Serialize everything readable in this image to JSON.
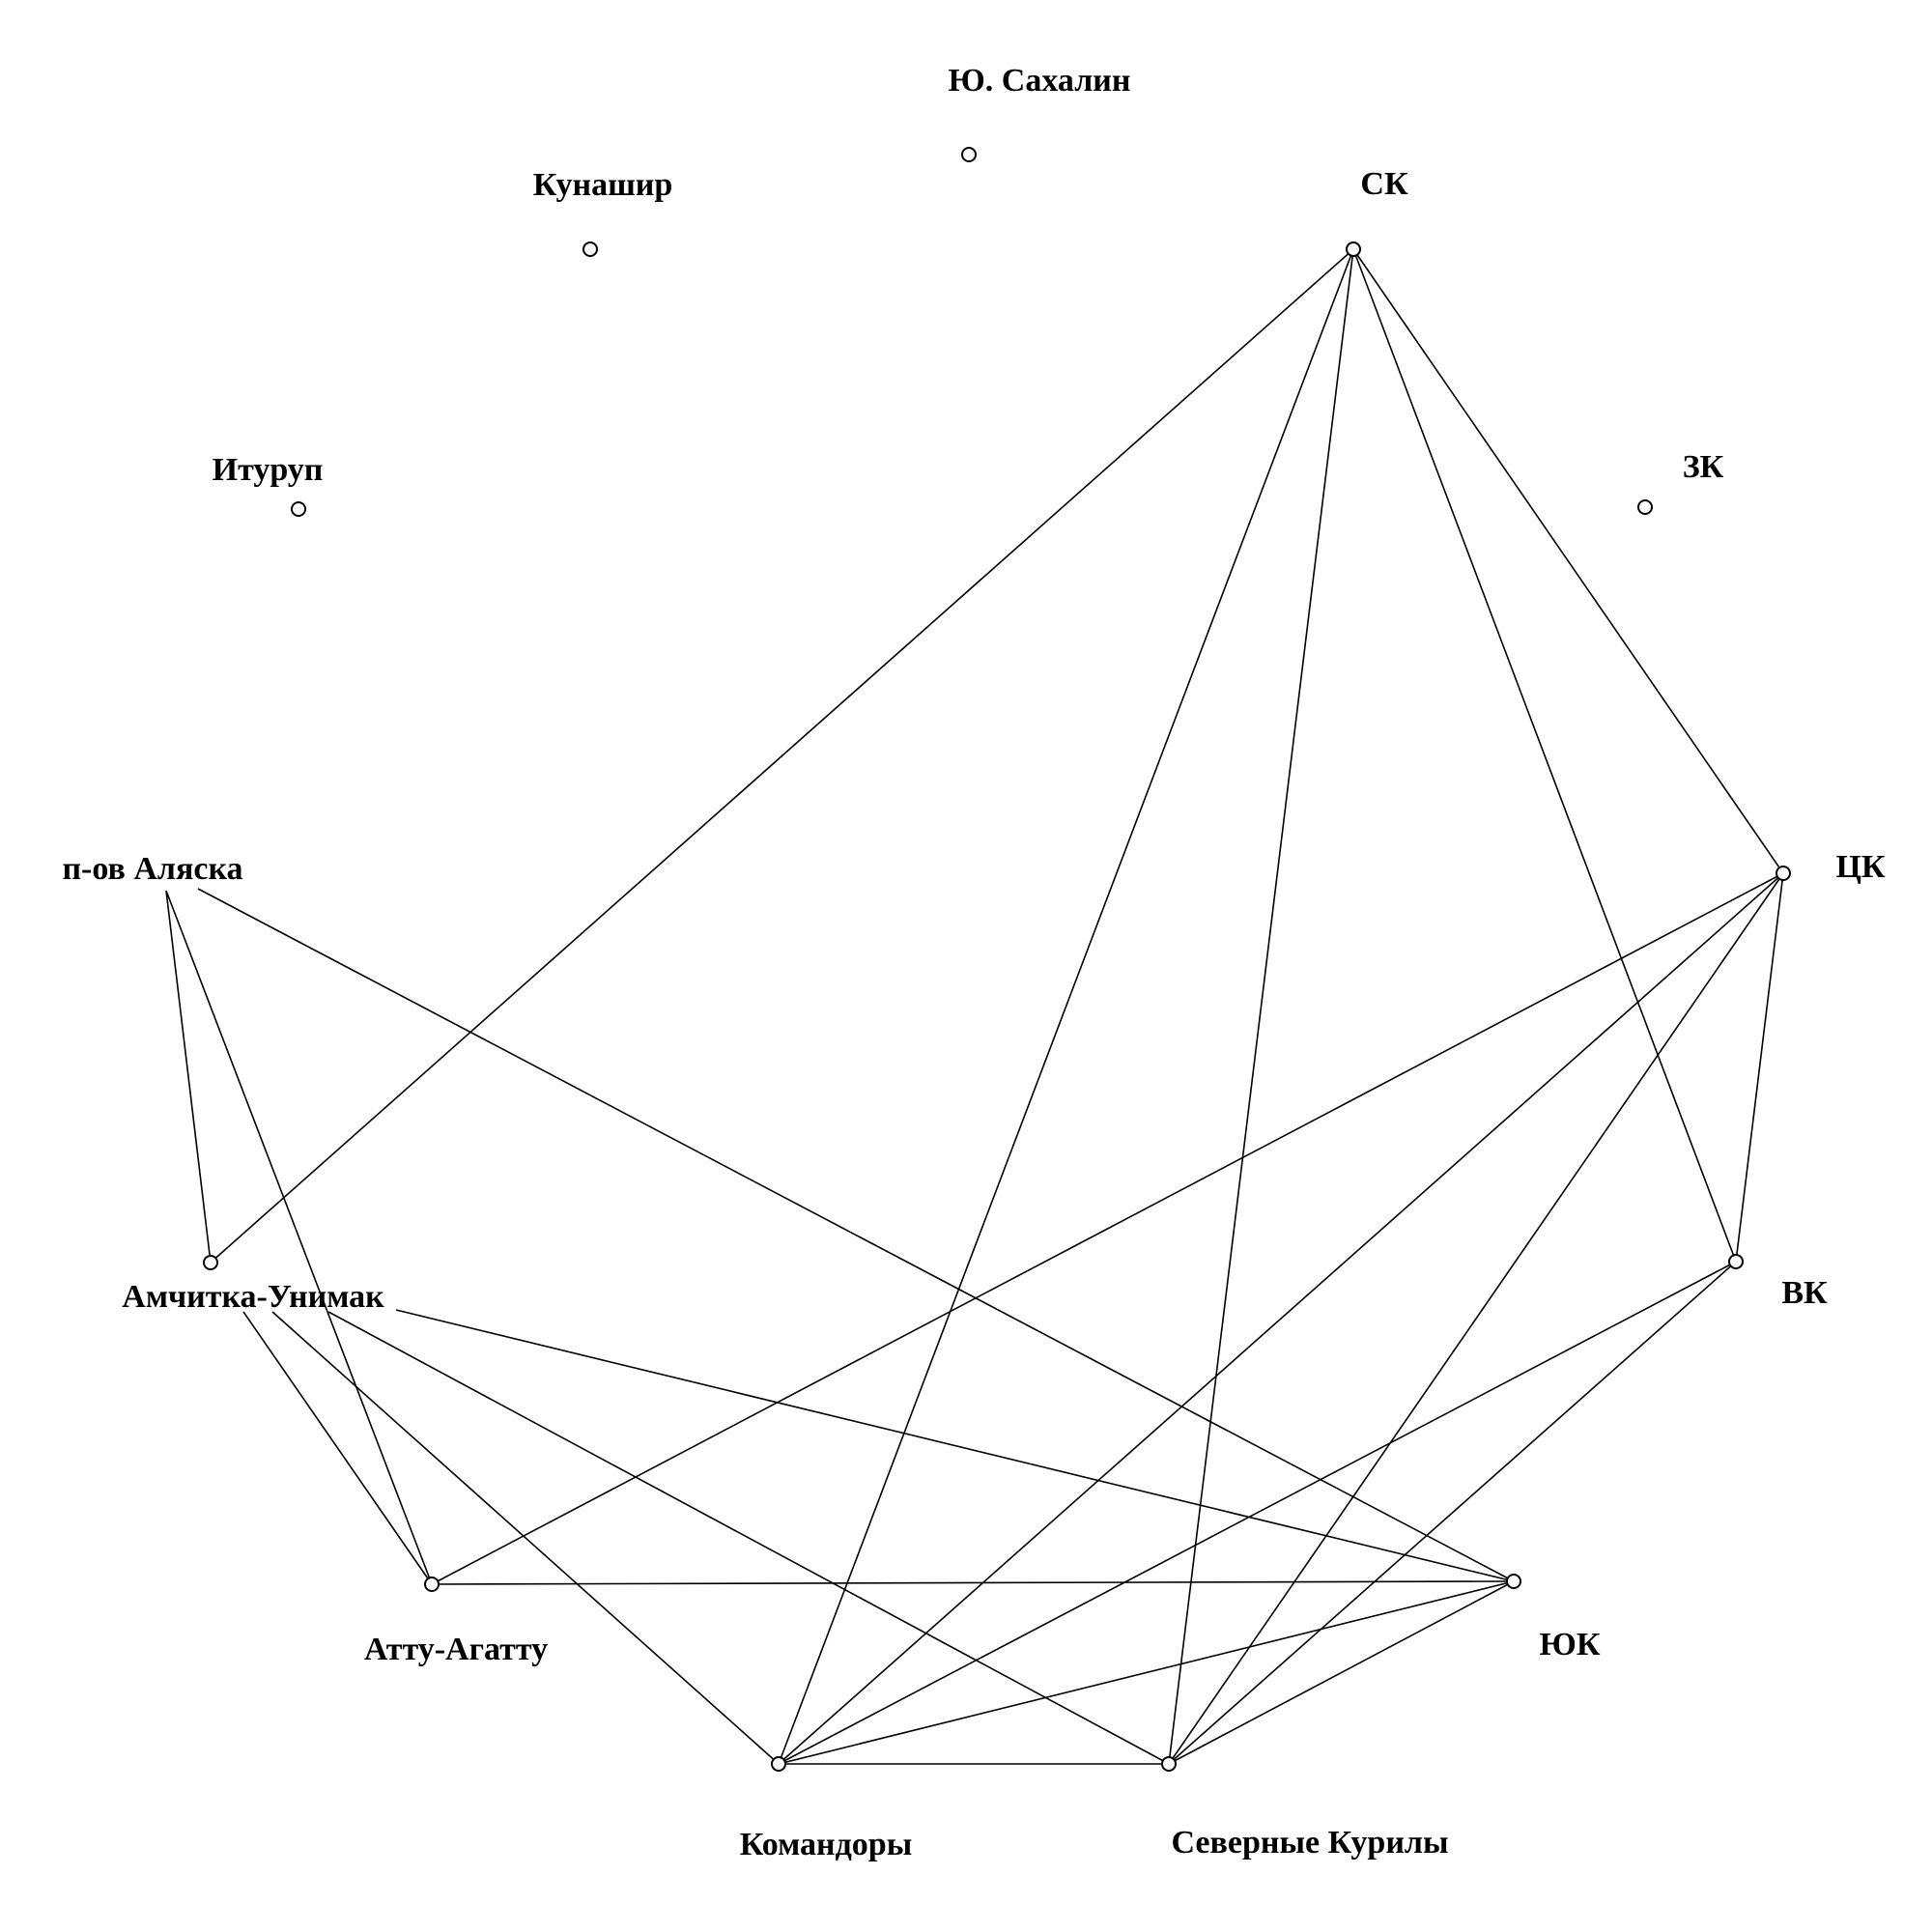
{
  "diagram": {
    "nodes": [
      {
        "id": "sakhalin",
        "label": "Ю. Сахалин"
      },
      {
        "id": "kunashir",
        "label": "Кунашир"
      },
      {
        "id": "sk",
        "label": "СК"
      },
      {
        "id": "iturup",
        "label": "Итуруп"
      },
      {
        "id": "zk",
        "label": "ЗК"
      },
      {
        "id": "alaska",
        "label": "п-ов Аляска"
      },
      {
        "id": "tsk",
        "label": "ЦК"
      },
      {
        "id": "amchitka",
        "label": "Амчитка-Унимак"
      },
      {
        "id": "vk",
        "label": "ВК"
      },
      {
        "id": "attu",
        "label": "Атту-Агатту"
      },
      {
        "id": "yuk",
        "label": "ЮК"
      },
      {
        "id": "komandory",
        "label": "Командоры"
      },
      {
        "id": "skurily",
        "label": "Северные Курилы"
      }
    ],
    "edges": [
      [
        "sk",
        "amchitka"
      ],
      [
        "sk",
        "komandory"
      ],
      [
        "sk",
        "skurily"
      ],
      [
        "sk",
        "vk"
      ],
      [
        "sk",
        "tsk"
      ],
      [
        "alaska",
        "amchitka"
      ],
      [
        "alaska",
        "attu"
      ],
      [
        "alaska",
        "yuk"
      ],
      [
        "tsk",
        "attu"
      ],
      [
        "tsk",
        "vk"
      ],
      [
        "tsk",
        "komandory"
      ],
      [
        "tsk",
        "skurily"
      ],
      [
        "amchitka",
        "attu"
      ],
      [
        "amchitka",
        "komandory"
      ],
      [
        "amchitka",
        "skurily"
      ],
      [
        "amchitka",
        "yuk"
      ],
      [
        "vk",
        "komandory"
      ],
      [
        "vk",
        "skurily"
      ],
      [
        "attu",
        "yuk"
      ],
      [
        "komandory",
        "yuk"
      ],
      [
        "komandory",
        "skurily"
      ],
      [
        "skurily",
        "yuk"
      ]
    ]
  }
}
